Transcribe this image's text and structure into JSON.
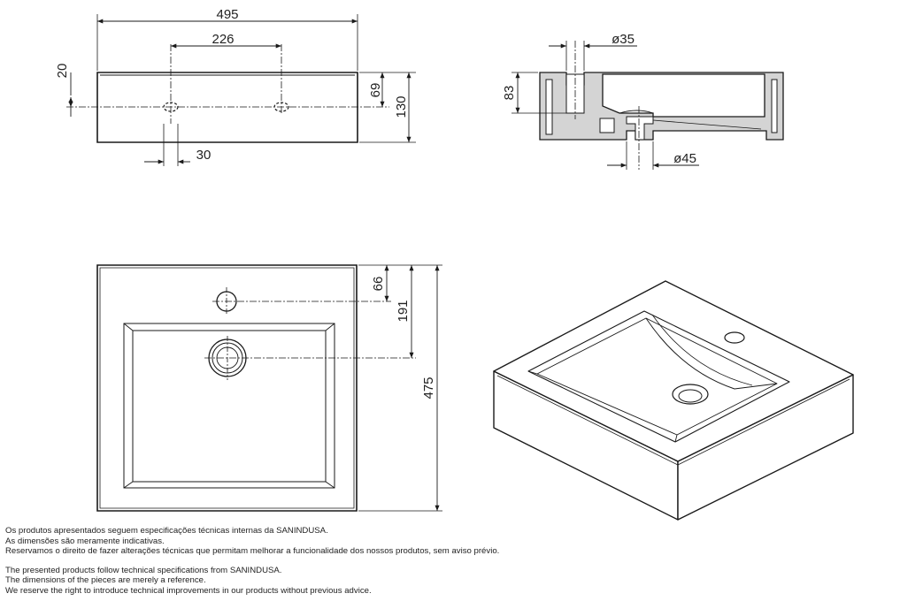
{
  "dimensions": {
    "top_width": "495",
    "tap_spacing": "226",
    "rim_height": "20",
    "hole_offset": "30",
    "tap_height": "69",
    "total_height": "130",
    "hole_diameter": "ø35",
    "depth": "83",
    "drain_diameter": "ø45",
    "tap_from_back": "66",
    "drain_from_back": "191",
    "total_depth": "475"
  },
  "notes": {
    "pt": [
      "Os produtos apresentados seguem especificações técnicas internas da SANINDUSA.",
      "As dimensões são meramente indicativas.",
      "Reservamos o direito de fazer alterações técnicas que permitam melhorar a funcionalidade dos nossos produtos, sem aviso prévio."
    ],
    "en": [
      "The presented products follow technical specifications from SANINDUSA.",
      "The dimensions of the pieces are merely a reference.",
      "We reserve the right to introduce technical improvements in our products without previous advice."
    ]
  },
  "colors": {
    "line": "#1a1a1a",
    "section_fill": "#d4d4d4"
  }
}
